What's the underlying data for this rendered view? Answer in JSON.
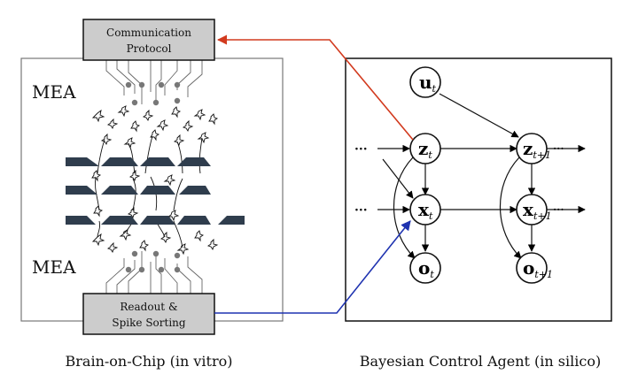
{
  "left_panel": {
    "mea_top_label": "MEA",
    "mea_bottom_label": "MEA",
    "comm_box": {
      "line1": "Communication",
      "line2": "Protocol"
    },
    "readout_box": {
      "line1": "Readout &",
      "line2": "Spike Sorting"
    },
    "caption": "Brain-on-Chip (in vitro)"
  },
  "right_panel": {
    "caption": "Bayesian Control Agent (in silico)",
    "nodes": [
      {
        "id": "u_t",
        "letter": "u",
        "sub": "t"
      },
      {
        "id": "z_t",
        "letter": "z",
        "sub": "t"
      },
      {
        "id": "x_t",
        "letter": "x",
        "sub": "t"
      },
      {
        "id": "o_t",
        "letter": "o",
        "sub": "t"
      },
      {
        "id": "z_t1",
        "letter": "z",
        "sub": "t+1"
      },
      {
        "id": "x_t1",
        "letter": "x",
        "sub": "t+1"
      },
      {
        "id": "o_t1",
        "letter": "o",
        "sub": "t+1"
      }
    ],
    "ellipsis": "···"
  },
  "colors": {
    "panel_border": "#000000",
    "mea_border": "#777777",
    "box_fill": "#cccccc",
    "electrode_fill": "#2f3d4d",
    "output_arrow": "#d23a1e",
    "input_arrow": "#1f33b0"
  }
}
